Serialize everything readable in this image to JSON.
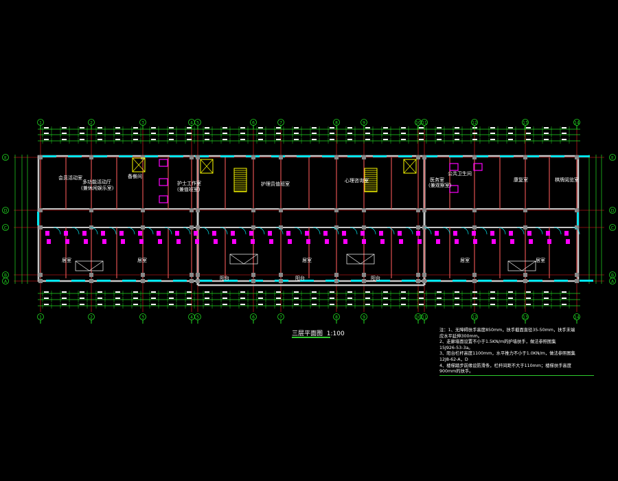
{
  "drawing": {
    "title": "三层平面图",
    "scale": "1:100",
    "axes_top": [
      "1",
      "2",
      "3",
      "4",
      "5",
      "6",
      "7",
      "8",
      "9",
      "10",
      "11",
      "12",
      "13",
      "14"
    ],
    "axes_side": [
      "E",
      "D",
      "C",
      "B",
      "A"
    ],
    "rooms": [
      {
        "label": "会员活动室"
      },
      {
        "label": "多功能活动厅"
      },
      {
        "label": "(兼休闲娱乐室)"
      },
      {
        "label": "备餐间"
      },
      {
        "label": "护士工作室"
      },
      {
        "label": "(兼值班室)"
      },
      {
        "label": "护理员值班室"
      },
      {
        "label": "心理咨询室"
      },
      {
        "label": "医务室"
      },
      {
        "label": "(兼观察室)"
      },
      {
        "label": "公共卫生间"
      },
      {
        "label": "康复室"
      },
      {
        "label": "棋牌阅览室"
      },
      {
        "label": "居室"
      },
      {
        "label": "阳台"
      }
    ],
    "notes": [
      "注：1、无障碍扶手高度850mm，扶手截面直径35-50mm，扶手末端",
      "应水平延伸300mm。",
      "2、走廊墙面设置不小于1.5KN/m的护墙扶手，做法参照图集",
      "15J926-53-3a。",
      "3、阳台栏杆高度1100mm，水平推力不小于1.0KN/m，做法参照图集",
      "12J8-62-A，D",
      "4、楼梯踏步前缘设防滑条，栏杆间距不大于110mm；楼梯扶手高度",
      "900mm的扶手。"
    ],
    "colors": {
      "grid": "#22dd22",
      "wall": "#c8c8c8",
      "window": "#00e5ee",
      "axis": "#ff2020",
      "fixture": "#ff00ff",
      "stair": "#ffff00"
    }
  }
}
